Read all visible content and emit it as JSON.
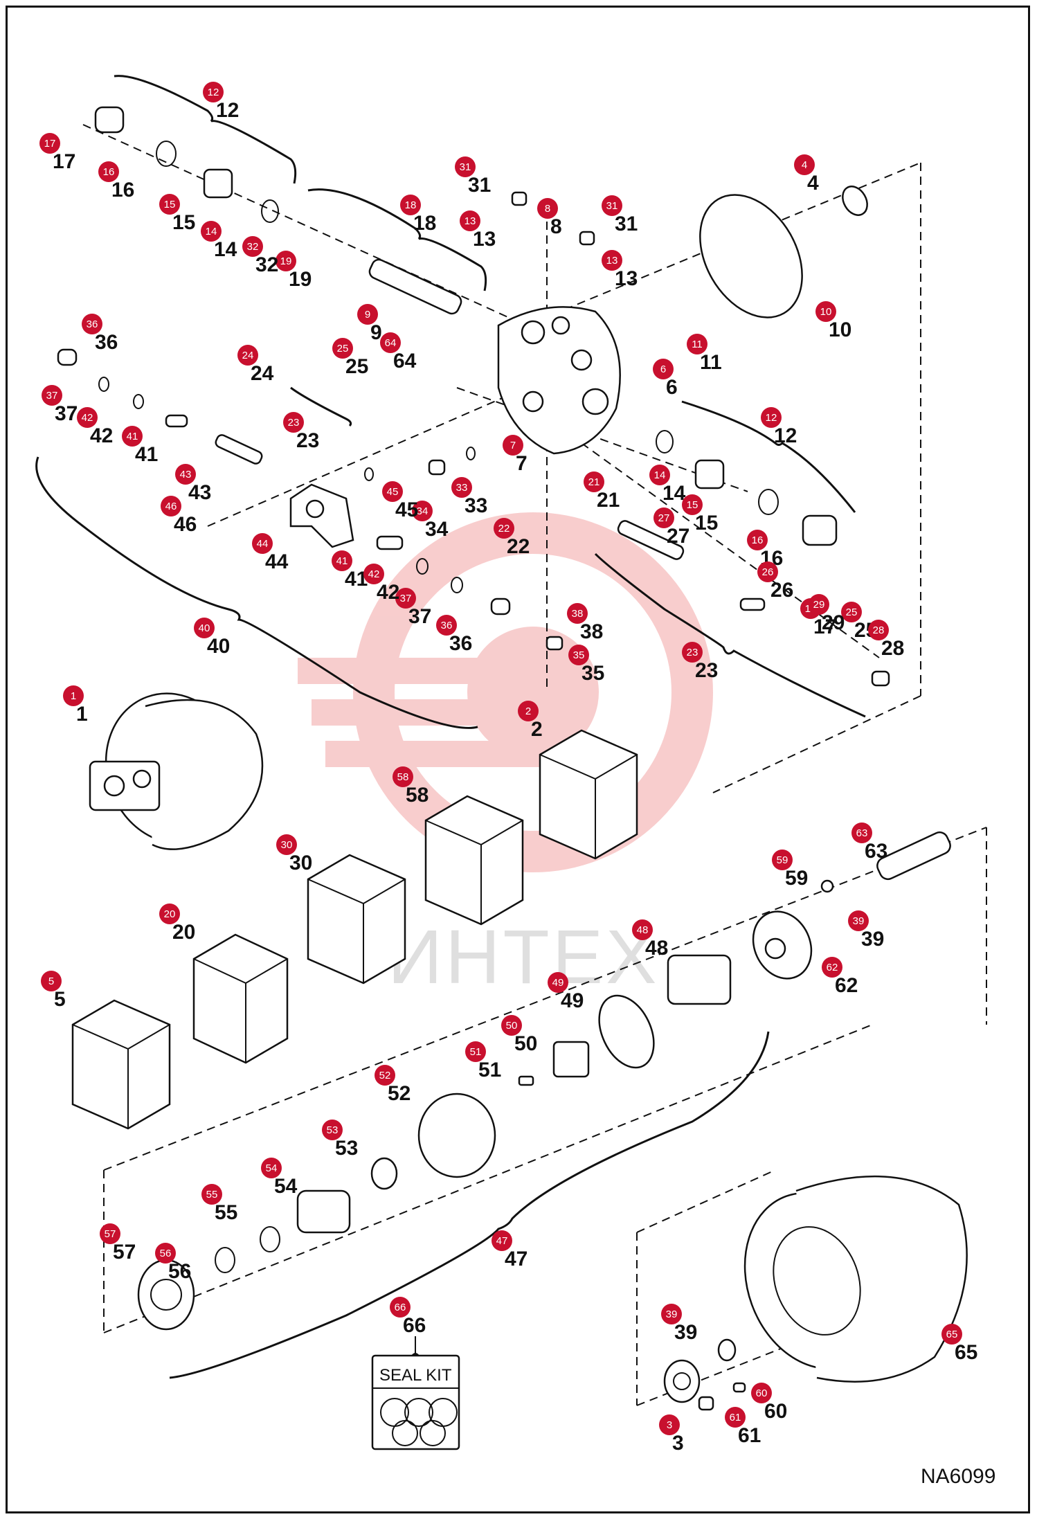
{
  "figure_code": "NA6099",
  "watermark": "ИНТЕХ",
  "seal_kit_label": "SEAL KIT",
  "callouts": [
    {
      "n": "1"
    },
    {
      "n": "2"
    },
    {
      "n": "3"
    },
    {
      "n": "4"
    },
    {
      "n": "5"
    },
    {
      "n": "6"
    },
    {
      "n": "7"
    },
    {
      "n": "8"
    },
    {
      "n": "9"
    },
    {
      "n": "10"
    },
    {
      "n": "11"
    },
    {
      "n": "12"
    },
    {
      "n": "12"
    },
    {
      "n": "13"
    },
    {
      "n": "13"
    },
    {
      "n": "14"
    },
    {
      "n": "14"
    },
    {
      "n": "15"
    },
    {
      "n": "15"
    },
    {
      "n": "16"
    },
    {
      "n": "16"
    },
    {
      "n": "17"
    },
    {
      "n": "17"
    },
    {
      "n": "18"
    },
    {
      "n": "19"
    },
    {
      "n": "20"
    },
    {
      "n": "21"
    },
    {
      "n": "22"
    },
    {
      "n": "23"
    },
    {
      "n": "23"
    },
    {
      "n": "24"
    },
    {
      "n": "25"
    },
    {
      "n": "25"
    },
    {
      "n": "26"
    },
    {
      "n": "27"
    },
    {
      "n": "28"
    },
    {
      "n": "29"
    },
    {
      "n": "30"
    },
    {
      "n": "31"
    },
    {
      "n": "31"
    },
    {
      "n": "32"
    },
    {
      "n": "33"
    },
    {
      "n": "34"
    },
    {
      "n": "35"
    },
    {
      "n": "36"
    },
    {
      "n": "36"
    },
    {
      "n": "37"
    },
    {
      "n": "37"
    },
    {
      "n": "38"
    },
    {
      "n": "39"
    },
    {
      "n": "39"
    },
    {
      "n": "40"
    },
    {
      "n": "41"
    },
    {
      "n": "41"
    },
    {
      "n": "42"
    },
    {
      "n": "42"
    },
    {
      "n": "43"
    },
    {
      "n": "44"
    },
    {
      "n": "45"
    },
    {
      "n": "46"
    },
    {
      "n": "47"
    },
    {
      "n": "48"
    },
    {
      "n": "49"
    },
    {
      "n": "50"
    },
    {
      "n": "51"
    },
    {
      "n": "52"
    },
    {
      "n": "53"
    },
    {
      "n": "54"
    },
    {
      "n": "55"
    },
    {
      "n": "56"
    },
    {
      "n": "57"
    },
    {
      "n": "58"
    },
    {
      "n": "59"
    },
    {
      "n": "60"
    },
    {
      "n": "61"
    },
    {
      "n": "62"
    },
    {
      "n": "63"
    },
    {
      "n": "64"
    },
    {
      "n": "65"
    },
    {
      "n": "66"
    }
  ],
  "colors": {
    "marker": "#c8102e",
    "line": "#111111",
    "watermark": "#f5c6c6"
  }
}
